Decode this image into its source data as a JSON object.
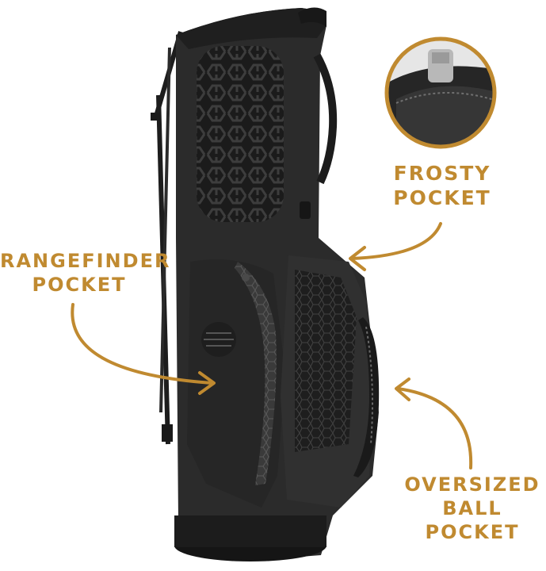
{
  "accent_color": "#C08A30",
  "product": {
    "name": "golf-stand-bag",
    "bag_color": "#2B2B2B"
  },
  "callouts": {
    "frosty": {
      "line1": "FROSTY",
      "line2": "POCKET"
    },
    "rangefinder": {
      "line1": "RANGEFINDER",
      "line2": "POCKET"
    },
    "ball": {
      "line1": "OVERSIZED",
      "line2": "BALL POCKET"
    }
  },
  "inset": {
    "subject": "frosty-pocket-closeup"
  }
}
